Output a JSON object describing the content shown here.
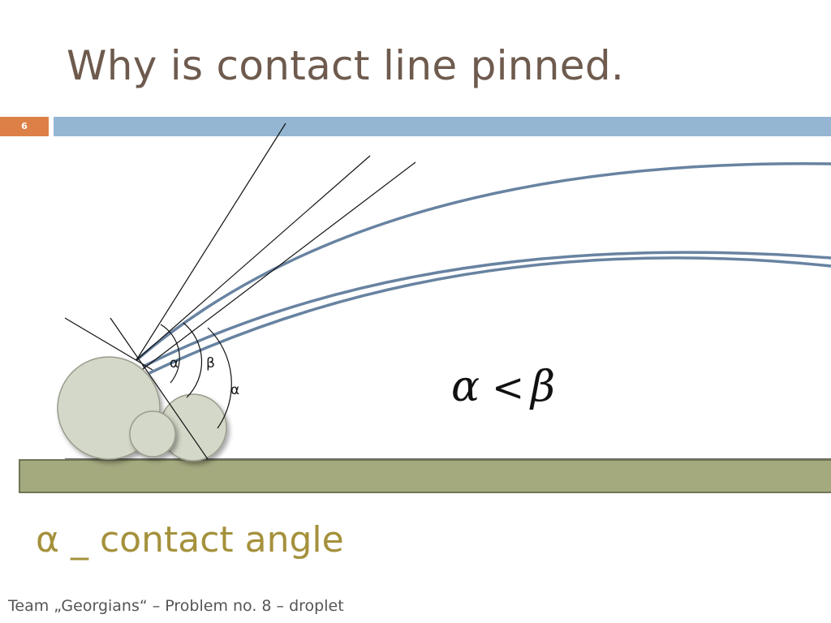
{
  "slide": {
    "title": "Why is contact line pinned.",
    "number": "6"
  },
  "diagram": {
    "angle_labels": {
      "alpha_1": "α",
      "beta": "β",
      "alpha_2": "α"
    },
    "inequality": {
      "left": "α",
      "operator": "<",
      "right": "β"
    },
    "colors": {
      "substrate": "#a4a97e",
      "particle": "#d4d8c8",
      "droplet_profile": "#6883a1",
      "accent_orange": "#dd8047",
      "accent_blue": "#94b6d2"
    }
  },
  "caption": "α _ contact angle",
  "footer": "Team „Georgians“ – Problem no. 8 – droplet"
}
